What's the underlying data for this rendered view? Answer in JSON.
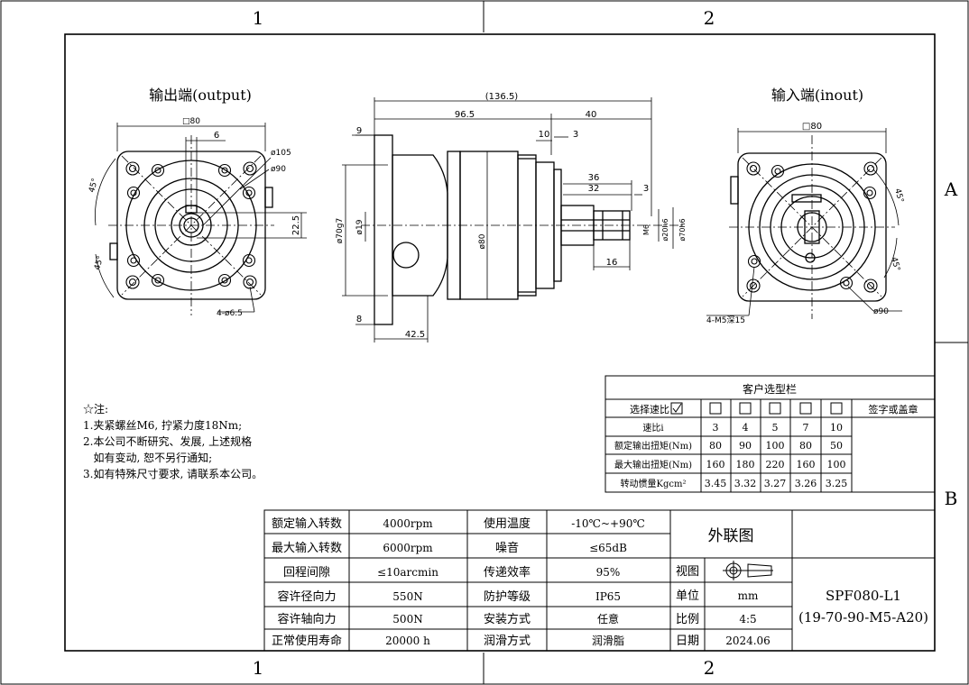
{
  "frame": {
    "cols": [
      "1",
      "2"
    ],
    "rows": [
      "A",
      "B"
    ]
  },
  "views": {
    "output_title": "输出端(output)",
    "input_title": "输入端(inout)"
  },
  "dims": {
    "out_square": "□80",
    "out_key": "6",
    "out_pcd_outer": "ø105",
    "out_pcd": "ø90",
    "out_angle_top": "45°",
    "out_angle_bottom": "45°",
    "out_height": "22.5",
    "out_holes": "4-ø6.5",
    "overall": "(136.5)",
    "body_len": "96.5",
    "input_len": "40",
    "flange_t": "9",
    "d10": "10",
    "d3a": "3",
    "shaft_bore": "ø70g7",
    "shaft_d": "ø19",
    "body_d": "ø80",
    "d36": "36",
    "d32": "32",
    "d3b": "3",
    "m6": "M6",
    "d20": "ø20h6",
    "d70": "ø70h6",
    "d16": "16",
    "d8": "8",
    "d42": "42.5",
    "in_square": "□80",
    "in_angle_a": "45°",
    "in_angle_b": "45°",
    "in_holes": "4-M5深15",
    "in_pcd": "ø90"
  },
  "notes": {
    "title": "☆注:",
    "lines": [
      "1.夹紧螺丝M6, 拧紧力度18Nm;",
      "2.本公司不断研究、发展, 上述规格",
      "   如有变动, 恕不另行通知;",
      "3.如有特殊尺寸要求, 请联系本公司。"
    ]
  },
  "selection": {
    "title": "客户选型栏",
    "select_label": "选择速比",
    "sign_label": "签字或盖章",
    "rows": [
      {
        "label": "速比i",
        "values": [
          "3",
          "4",
          "5",
          "7",
          "10"
        ]
      },
      {
        "label": "额定输出扭矩(Nm)",
        "values": [
          "80",
          "90",
          "100",
          "80",
          "50"
        ]
      },
      {
        "label": "最大输出扭矩(Nm)",
        "values": [
          "160",
          "180",
          "220",
          "160",
          "100"
        ]
      },
      {
        "label": "转动惯量Kgcm²",
        "values": [
          "3.45",
          "3.32",
          "3.27",
          "3.26",
          "3.25"
        ]
      }
    ]
  },
  "specs": {
    "rows": [
      [
        "额定输入转数",
        "4000rpm",
        "使用温度",
        "-10℃~+90℃"
      ],
      [
        "最大输入转数",
        "6000rpm",
        "噪音",
        "≤65dB"
      ],
      [
        "回程间隙",
        "≤10arcmin",
        "传递效率",
        "95%"
      ],
      [
        "容许径向力",
        "550N",
        "防护等级",
        "IP65"
      ],
      [
        "容许轴向力",
        "500N",
        "安装方式",
        "任意"
      ],
      [
        "正常使用寿命",
        "20000 h",
        "润滑方式",
        "润滑脂"
      ]
    ]
  },
  "titleblock": {
    "title": "外联图",
    "view_label": "视图",
    "unit_label": "单位",
    "unit_value": "mm",
    "scale_label": "比例",
    "scale_value": "4:5",
    "date_label": "日期",
    "date_value": "2024.06",
    "model": "SPF080-L1",
    "model_sub": "(19-70-90-M5-A20)"
  }
}
